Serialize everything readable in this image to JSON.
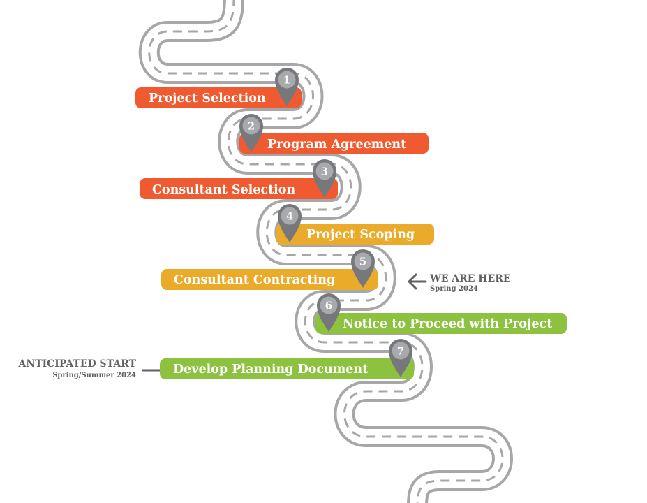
{
  "colors": {
    "red": "#f05a30",
    "amber": "#eaab2a",
    "green": "#8cc23f",
    "road": "#a7a7a9",
    "pin": "#77787b",
    "pin_circle": "#a7a9ac",
    "note_text": "#616161"
  },
  "steps": [
    {
      "number": "1",
      "label": "Project Selection",
      "color": "red"
    },
    {
      "number": "2",
      "label": "Program Agreement",
      "color": "red"
    },
    {
      "number": "3",
      "label": "Consultant Selection",
      "color": "red"
    },
    {
      "number": "4",
      "label": "Project Scoping",
      "color": "amber"
    },
    {
      "number": "5",
      "label": "Consultant Contracting",
      "color": "amber"
    },
    {
      "number": "6",
      "label": "Notice to Proceed with Project",
      "color": "green"
    },
    {
      "number": "7",
      "label": "Develop Planning Document",
      "color": "green"
    }
  ],
  "we_are_here": {
    "title": "WE ARE HERE",
    "subtitle": "Spring 2024"
  },
  "anticipated_start": {
    "title": "ANTICIPATED START",
    "subtitle": "Spring/Summer 2024"
  }
}
